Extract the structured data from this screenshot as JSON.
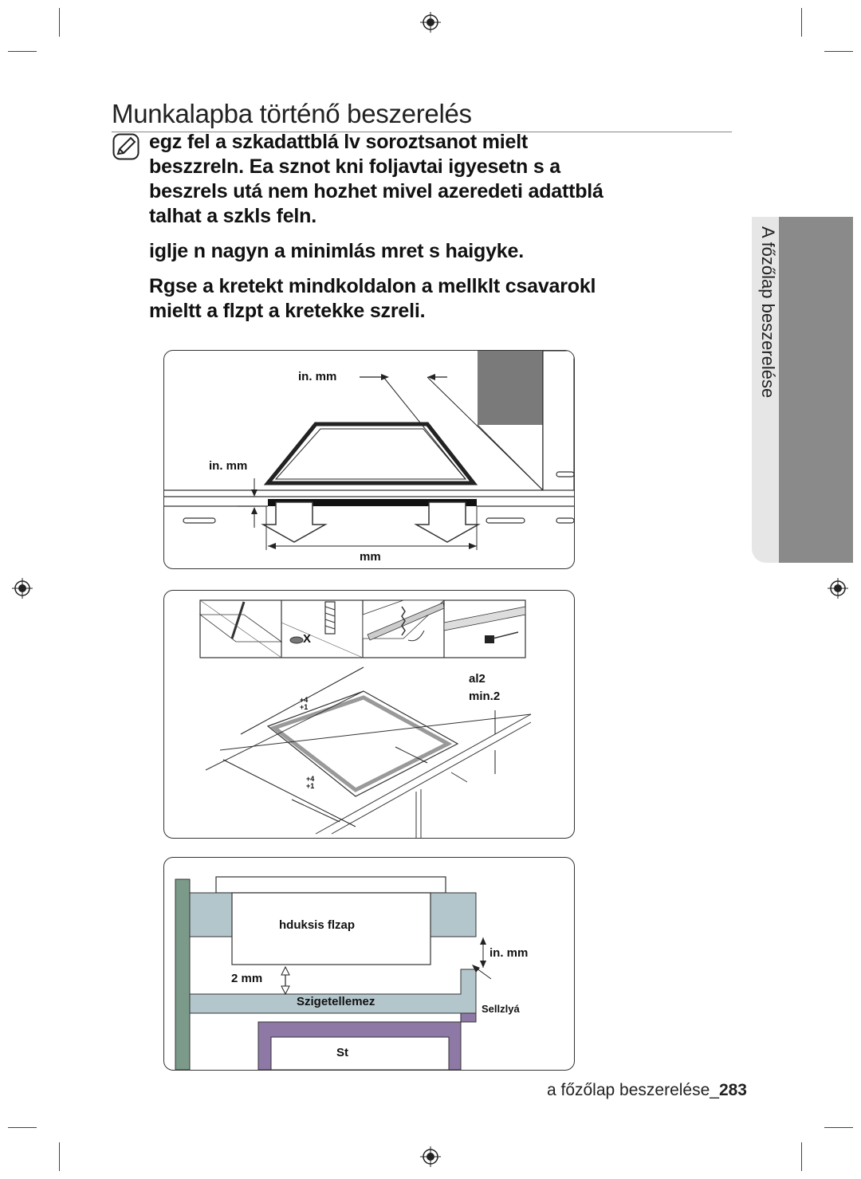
{
  "page": {
    "title": "Munkalapba történő beszerelés",
    "footer_section": "a főzőlap beszerelése_",
    "footer_page": "283"
  },
  "side_tab": {
    "label": "A főzőlap beszerelése"
  },
  "paragraphs": {
    "p1": [
      "egz fel a szkadattblá lv soroztsanot mielt",
      "beszzreln. Ea sznot kni foljavtai igyesetn s a",
      "beszrels utá nem hozhet mivel azeredeti adattblá",
      "talhat a szkls feln."
    ],
    "p2": [
      "iglje n nagyn a minimlás mret s haigyke."
    ],
    "p3": [
      "Rgse a kretekt mindkoldalon a mellklt csavarokl",
      "mieltt a flzpt a kretekke szreli."
    ]
  },
  "icons": {
    "note": "note-pencil-icon",
    "registration": "registration-mark-icon"
  },
  "figure1": {
    "label_top": "in. mm",
    "label_left": "in. mm",
    "label_bottom": "mm"
  },
  "figure2": {
    "label_a": "al2",
    "label_b": "min.2",
    "label_x": "X",
    "tol1_top": "+4",
    "tol1_bot": "+1",
    "tol2_top": "+4",
    "tol2_bot": "+1"
  },
  "figure3": {
    "hob_label": "hduksis flzap",
    "gap_label": "in. mm",
    "thickness_label": "2  mm",
    "plate_label": "Szigetellemez",
    "side_label": "Sellzlyá",
    "bottom_label": "St"
  },
  "colors": {
    "side_tab_gray": "#8a8a8a",
    "side_tab_light": "#e6e6e6",
    "worktop_blue": "#b3c6cc",
    "wall_green": "#7b9a8a",
    "oven_purple": "#8e78a6"
  }
}
